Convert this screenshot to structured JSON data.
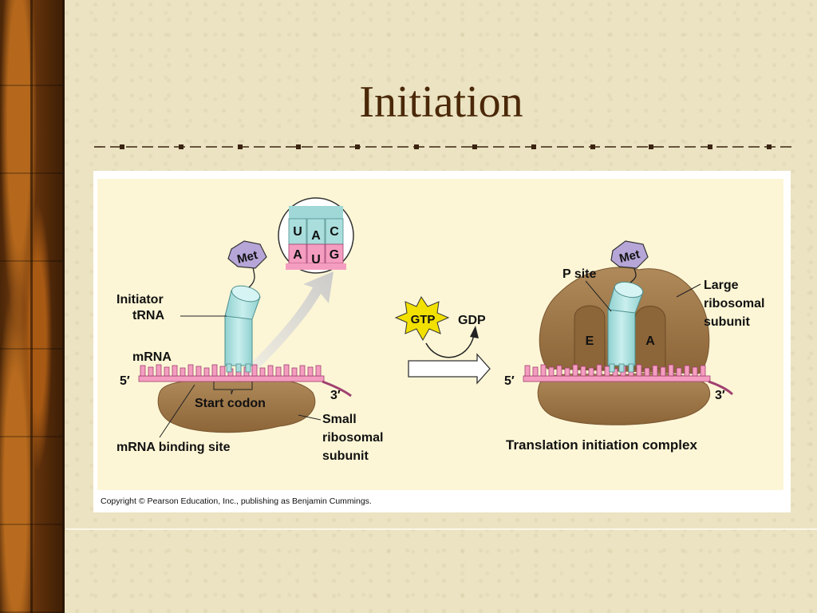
{
  "slide": {
    "title": "Initiation"
  },
  "figure": {
    "copyright": "Copyright © Pearson Education, Inc., publishing as Benjamin Cummings.",
    "left": {
      "met": "Met",
      "initiator_line1": "Initiator",
      "initiator_line2": "tRNA",
      "mrna": "mRNA",
      "five_prime": "5′",
      "three_prime": "3′",
      "start_codon": "Start codon",
      "small_line1": "Small",
      "small_line2": "ribosomal",
      "small_line3": "subunit",
      "binding_site": "mRNA binding site",
      "anticodon": [
        "U",
        "A",
        "C"
      ],
      "codon": [
        "A",
        "U",
        "G"
      ]
    },
    "middle": {
      "gtp": "GTP",
      "gdp": "GDP"
    },
    "right": {
      "met": "Met",
      "p_site": "P site",
      "large_line1": "Large",
      "large_line2": "ribosomal",
      "large_line3": "subunit",
      "e_site": "E",
      "a_site": "A",
      "five_prime": "5′",
      "three_prime": "3′",
      "complex_label": "Translation initiation complex"
    },
    "colors": {
      "ribosome": "#a0794b",
      "trna": "#a9dedd",
      "mrna": "#f59dc0",
      "met": "#b6a6d8",
      "gtp_star": "#f2e000"
    }
  }
}
